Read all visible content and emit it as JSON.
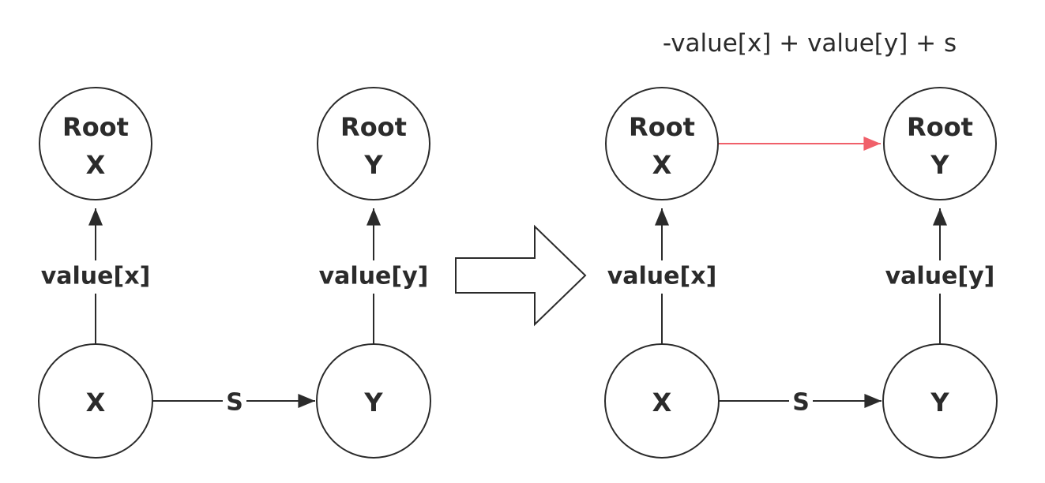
{
  "formula": "-value[x] + value[y] + s",
  "colors": {
    "stroke": "#2b2b2b",
    "highlight_edge": "#f0606a"
  },
  "before": {
    "root_x": {
      "line1": "Root",
      "line2": "X"
    },
    "root_y": {
      "line1": "Root",
      "line2": "Y"
    },
    "node_x": "X",
    "node_y": "Y",
    "edge_x_label": "value[x]",
    "edge_y_label": "value[y]",
    "edge_xy_label": "S"
  },
  "after": {
    "root_x": {
      "line1": "Root",
      "line2": "X"
    },
    "root_y": {
      "line1": "Root",
      "line2": "Y"
    },
    "node_x": "X",
    "node_y": "Y",
    "edge_x_label": "value[x]",
    "edge_y_label": "value[y]",
    "edge_xy_label": "S"
  }
}
